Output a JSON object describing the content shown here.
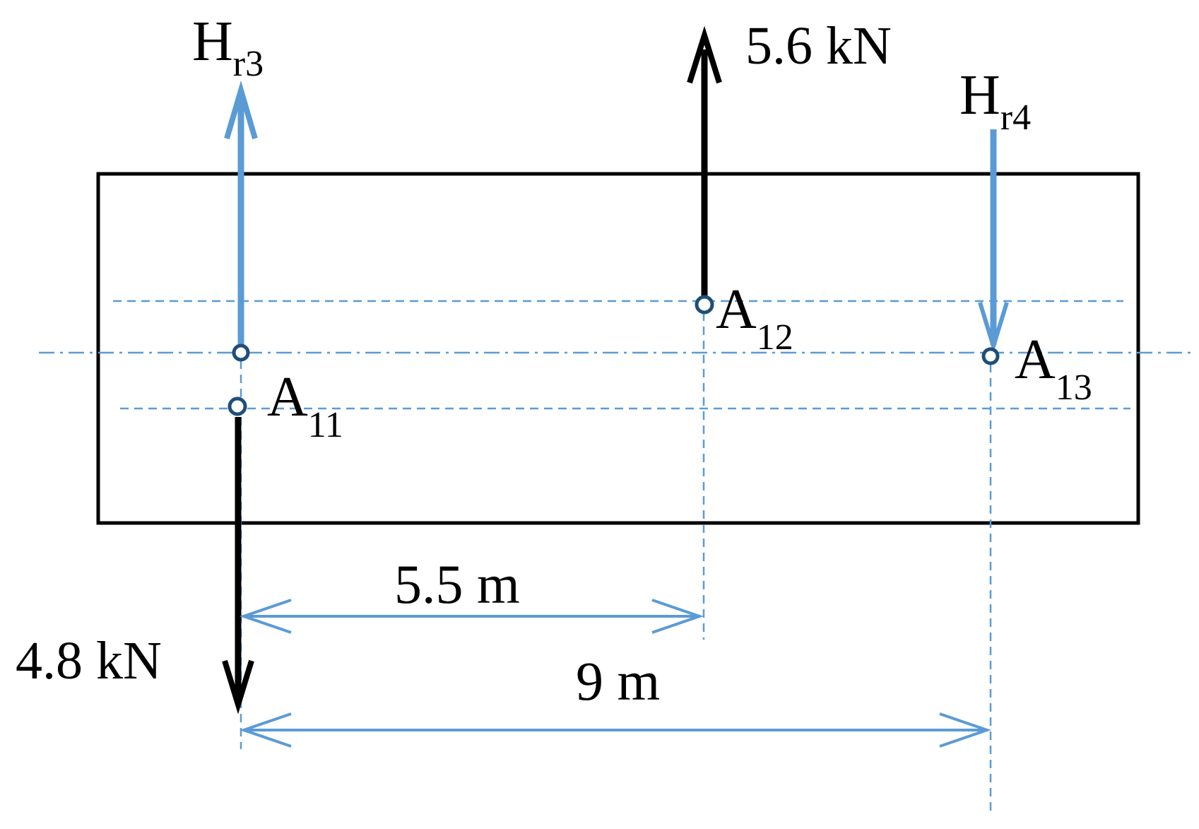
{
  "colors": {
    "blue": "#5B9BD5",
    "black": "#000000"
  },
  "forces": {
    "hr3": {
      "main": "H",
      "sub": "r3"
    },
    "hr4": {
      "main": "H",
      "sub": "r4"
    },
    "f_up": "5.6 kN",
    "f_down": "4.8 kN"
  },
  "points": {
    "a11": {
      "main": "A",
      "sub": "11"
    },
    "a12": {
      "main": "A",
      "sub": "12"
    },
    "a13": {
      "main": "A",
      "sub": "13"
    }
  },
  "dimensions": {
    "d1": "5.5 m",
    "d2": "9 m"
  }
}
